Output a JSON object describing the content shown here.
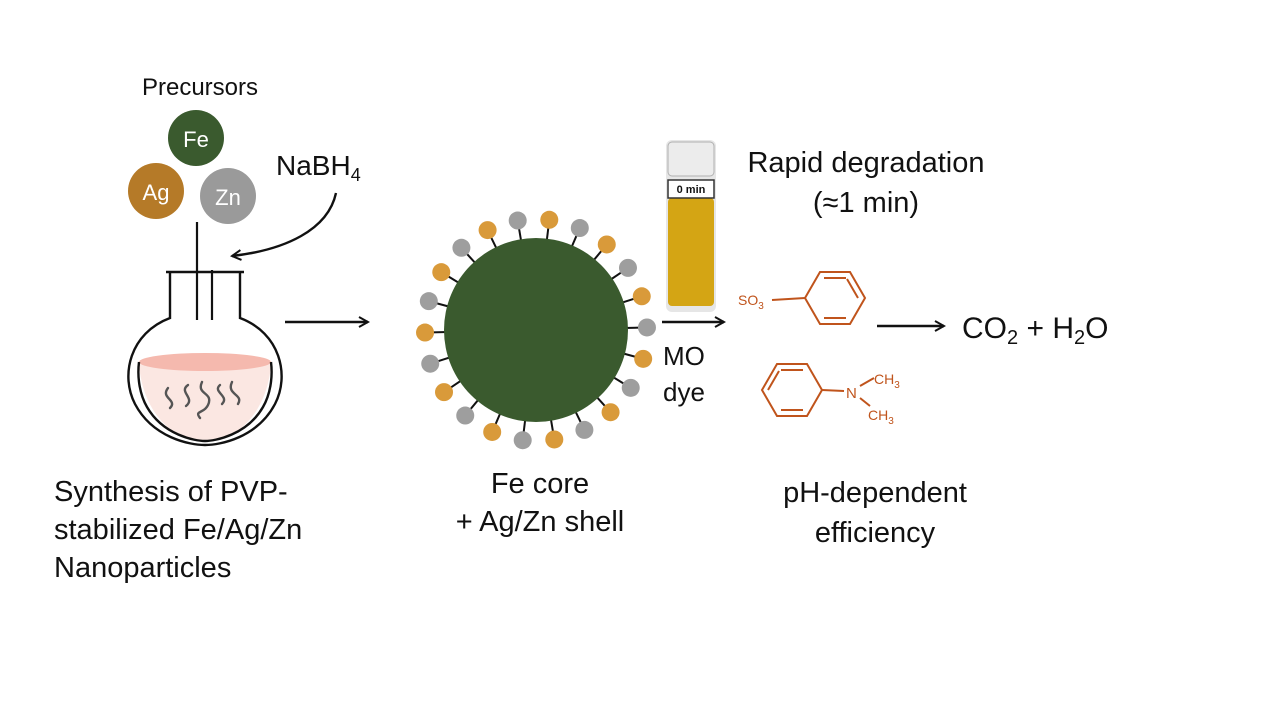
{
  "precursors": {
    "title": "Precursors",
    "fe": "Fe",
    "ag": "Ag",
    "zn": "Zn",
    "colors": {
      "fe": "#3a5a2e",
      "ag": "#b57a28",
      "zn": "#9a9a9a"
    }
  },
  "reagent": {
    "main": "NaBH",
    "sub": "4"
  },
  "synthesis_label": "Synthesis of PVP-stabilized Fe/Ag/Zn Nanoparticles",
  "particle": {
    "line1": "Fe core",
    "line2": "+ Ag/Zn shell",
    "core_color": "#3a5a2e",
    "shell_colors": [
      "#d99a3a",
      "#9e9e9e"
    ]
  },
  "vial": {
    "label": "0 min",
    "liquid_color": "#d4a514"
  },
  "degradation": {
    "line1": "Rapid degradation",
    "line2": "(≈1 min)"
  },
  "dye": {
    "line1": "MO",
    "line2": "dye"
  },
  "molecule": {
    "so3": "SO",
    "so3_sub": "3",
    "n": "N",
    "ch3_a": "CH",
    "ch3_a_sub": "3",
    "ch3_b": "CH",
    "ch3_b_sub": "3",
    "color": "#c0541c"
  },
  "products": {
    "co2": "CO",
    "co2_sub": "2",
    "plus": " + H",
    "h2o_sub": "2",
    "o": "O"
  },
  "efficiency_label": {
    "line1": "pH-dependent",
    "line2": "efficiency"
  }
}
